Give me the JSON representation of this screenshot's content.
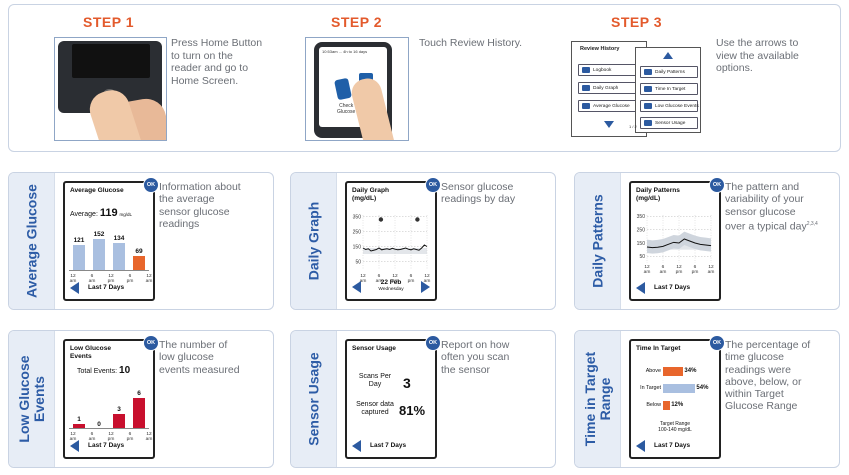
{
  "steps": [
    {
      "title": "STEP 1",
      "text": [
        "Press Home Button",
        "to turn on the",
        "reader and go to",
        "Home Screen."
      ]
    },
    {
      "title": "STEP 2",
      "text": [
        "Touch Review History."
      ],
      "screen": {
        "header": "10:53am  ...  4h to 16 days",
        "label_line1": "Check",
        "label_line2": "Glucose"
      }
    },
    {
      "title": "STEP 3",
      "text": [
        "Use the arrows to",
        "view the available",
        "options."
      ],
      "menu": {
        "title": "Review History",
        "back_items": [
          "Logbook",
          "Daily Graph",
          "Average Glucose"
        ],
        "front_items": [
          "Daily Patterns",
          "Time In Target",
          "Low Glucose Events",
          "Sensor Usage"
        ],
        "page": "1 / 2"
      }
    }
  ],
  "cards": {
    "average_glucose": {
      "side": "Average Glucose",
      "title": "Average Glucose",
      "ok": "OK",
      "average_label": "Average:",
      "average_value": "119",
      "average_unit": "mg/dL",
      "desc": [
        "Information about",
        "the average",
        "sensor glucose",
        "readings"
      ],
      "footer": "Last 7 Days"
    },
    "daily_graph": {
      "side": "Daily Graph",
      "title_line1": "Daily Graph",
      "title_line2": "(mg/dL)",
      "ok": "OK",
      "date": "22 Feb",
      "day": "Wednesday",
      "desc": [
        "Sensor glucose",
        "readings by day"
      ]
    },
    "daily_patterns": {
      "side": "Daily Patterns",
      "title_line1": "Daily Patterns",
      "title_line2": "(mg/dL)",
      "ok": "OK",
      "desc": [
        "The pattern and",
        "variability of your",
        "sensor glucose",
        "over a typical day"
      ],
      "desc_sup": "2,3,4",
      "footer": "Last 7 Days"
    },
    "low_glucose": {
      "side_line1": "Low Glucose",
      "side_line2": "Events",
      "title_line1": "Low Glucose",
      "title_line2": "Events",
      "ok": "OK",
      "total_label": "Total Events:",
      "total_value": "10",
      "desc": [
        "The number of",
        "low glucose",
        "events measured"
      ],
      "footer": "Last 7 Days"
    },
    "sensor_usage": {
      "side": "Sensor Usage",
      "title": "Sensor Usage",
      "ok": "OK",
      "scans_label_line1": "Scans Per",
      "scans_label_line2": "Day",
      "scans_value": "3",
      "data_label_line1": "Sensor data",
      "data_label_line2": "captured",
      "data_value": "81%",
      "desc": [
        "Report on how",
        "often you scan",
        "the sensor"
      ],
      "footer": "Last 7 Days"
    },
    "time_in_target": {
      "side_line1": "Time in Target",
      "side_line2": "Range",
      "title": "Time In Target",
      "ok": "OK",
      "range_line1": "Target Range",
      "range_line2": "100-140 mg/dL",
      "desc": [
        "The percentage of",
        "time glucose",
        "readings were",
        "above, below, or",
        "within Target",
        "Glucose Range"
      ],
      "footer": "Last 7 Days"
    }
  },
  "x_ticks": [
    "12\nam",
    "6\nam",
    "12\npm",
    "6\npm",
    "12\nam"
  ],
  "colors": {
    "accent": "#e35a2c",
    "brand_blue": "#2c5aa0",
    "bar_blue": "#a9bfe0",
    "bar_orange": "#e8662c",
    "bar_red": "#c8102e"
  },
  "chart_data": [
    {
      "type": "bar",
      "title": "Average Glucose",
      "categories": [
        "12am-6am",
        "6am-12pm",
        "12pm-6pm",
        "6pm-12am"
      ],
      "values": [
        121,
        152,
        134,
        69
      ],
      "ylim": [
        0,
        160
      ]
    },
    {
      "type": "line",
      "title": "Daily Graph (mg/dL)",
      "y_ticks": [
        50,
        150,
        250,
        350
      ],
      "ylim": [
        0,
        360
      ],
      "x": [
        0,
        1,
        2,
        3,
        4,
        5,
        6,
        7,
        8,
        9,
        10,
        11,
        12,
        13,
        14,
        15,
        16,
        17,
        18,
        19,
        20,
        21,
        22,
        23,
        24
      ],
      "series": [
        {
          "values": [
            140,
            130,
            135,
            120,
            125,
            130,
            140,
            128,
            132,
            135,
            130,
            138,
            132,
            128,
            130,
            135,
            140,
            132,
            128,
            135,
            130,
            125,
            140,
            160,
            150
          ]
        }
      ],
      "target_band": [
        100,
        140
      ]
    },
    {
      "type": "line",
      "title": "Daily Patterns (mg/dL)",
      "y_ticks": [
        50,
        150,
        250,
        350
      ],
      "ylim": [
        0,
        360
      ],
      "x": [
        0,
        2,
        4,
        6,
        8,
        10,
        12,
        14,
        16,
        18,
        20,
        22,
        24
      ],
      "series": [
        {
          "values": [
            120,
            115,
            118,
            125,
            140,
            155,
            150,
            180,
            165,
            150,
            140,
            135,
            130
          ]
        }
      ],
      "target_band": [
        100,
        140
      ]
    },
    {
      "type": "bar",
      "title": "Low Glucose Events",
      "categories": [
        "12am-6am",
        "6am-12pm",
        "12pm-6pm",
        "6pm-12am"
      ],
      "values": [
        1,
        0,
        3,
        6
      ],
      "ylim": [
        0,
        7
      ]
    },
    {
      "type": "bar",
      "title": "Time In Target",
      "categories": [
        "Above",
        "In Target",
        "Below"
      ],
      "values": [
        34,
        54,
        12
      ],
      "unit": "%",
      "ylim": [
        0,
        60
      ]
    }
  ]
}
